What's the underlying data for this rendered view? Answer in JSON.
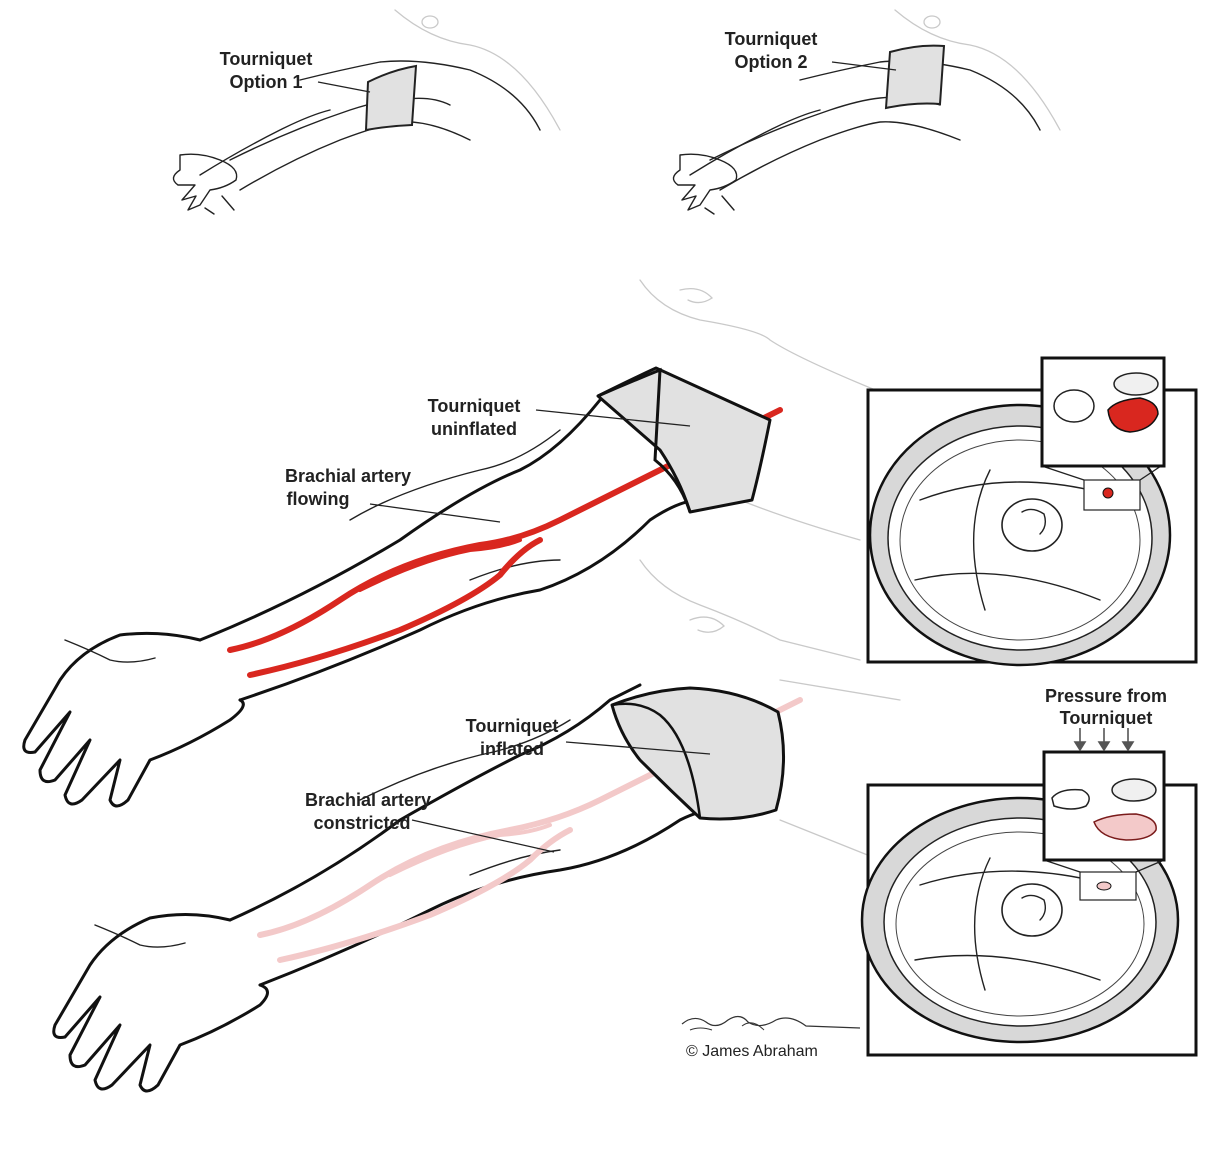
{
  "labels": {
    "option1_l1": "Tourniquet",
    "option1_l2": "Option 1",
    "option2_l1": "Tourniquet",
    "option2_l2": "Option 2",
    "uninflated_l1": "Tourniquet",
    "uninflated_l2": "uninflated",
    "flowing_l1": "Brachial artery",
    "flowing_l2": "flowing",
    "inflated_l1": "Tourniquet",
    "inflated_l2": "inflated",
    "constricted_l1": "Brachial artery",
    "constricted_l2": "constricted",
    "pressure_l1": "Pressure from",
    "pressure_l2": "Tourniquet"
  },
  "signature": {
    "handwritten": "James Abraham",
    "copyright": "© James Abraham"
  },
  "colors": {
    "artery_flowing": "#d9271f",
    "artery_constricted": "#f3c9c9",
    "tourniquet": "#e1e1e1",
    "outline": "#111111"
  }
}
